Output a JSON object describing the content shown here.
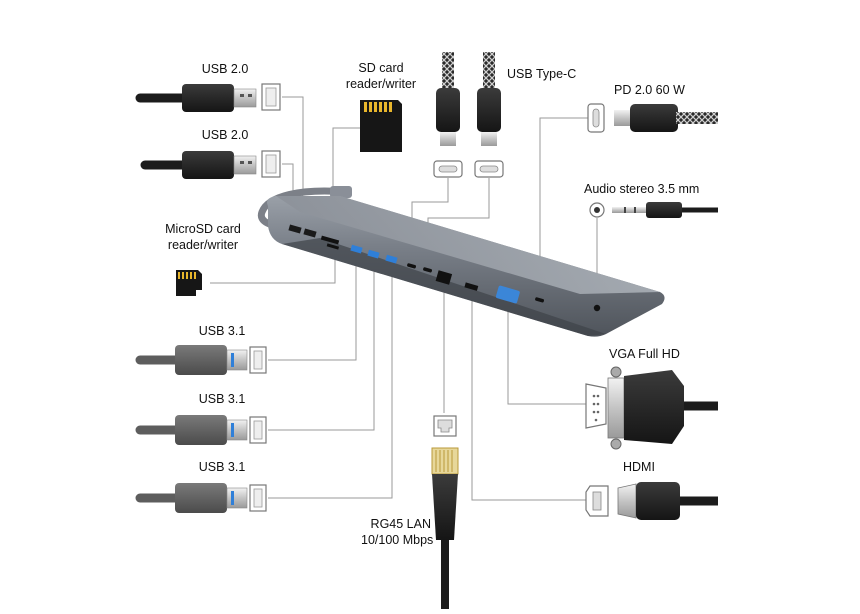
{
  "labels": {
    "usb20_top": "USB 2.0",
    "usb20_mid": "USB 2.0",
    "sd_card": [
      "SD card",
      "reader/writer"
    ],
    "usb_type_c": "USB Type-C",
    "pd": "PD 2.0 60 W",
    "audio": "Audio stereo 3.5 mm",
    "microsd": [
      "MicroSD card",
      "reader/writer"
    ],
    "usb31_a": "USB 3.1",
    "usb31_b": "USB 3.1",
    "usb31_c": "USB 3.1",
    "vga": "VGA Full HD",
    "hdmi": "HDMI",
    "lan": [
      "RG45 LAN",
      "10/100 Mbps"
    ]
  },
  "colors": {
    "hub_body": "#6e737c",
    "hub_top": "#8a8f98",
    "cable_dark": "#1c1c1c",
    "cable_grey": "#5d5d5d",
    "port_blue": "#2f7fd8",
    "sd_gold": "#e8b62c",
    "lan_gold": "#c9a43a",
    "vga_blue": "#3b86d8",
    "leader_line": "#9a9a9a"
  }
}
